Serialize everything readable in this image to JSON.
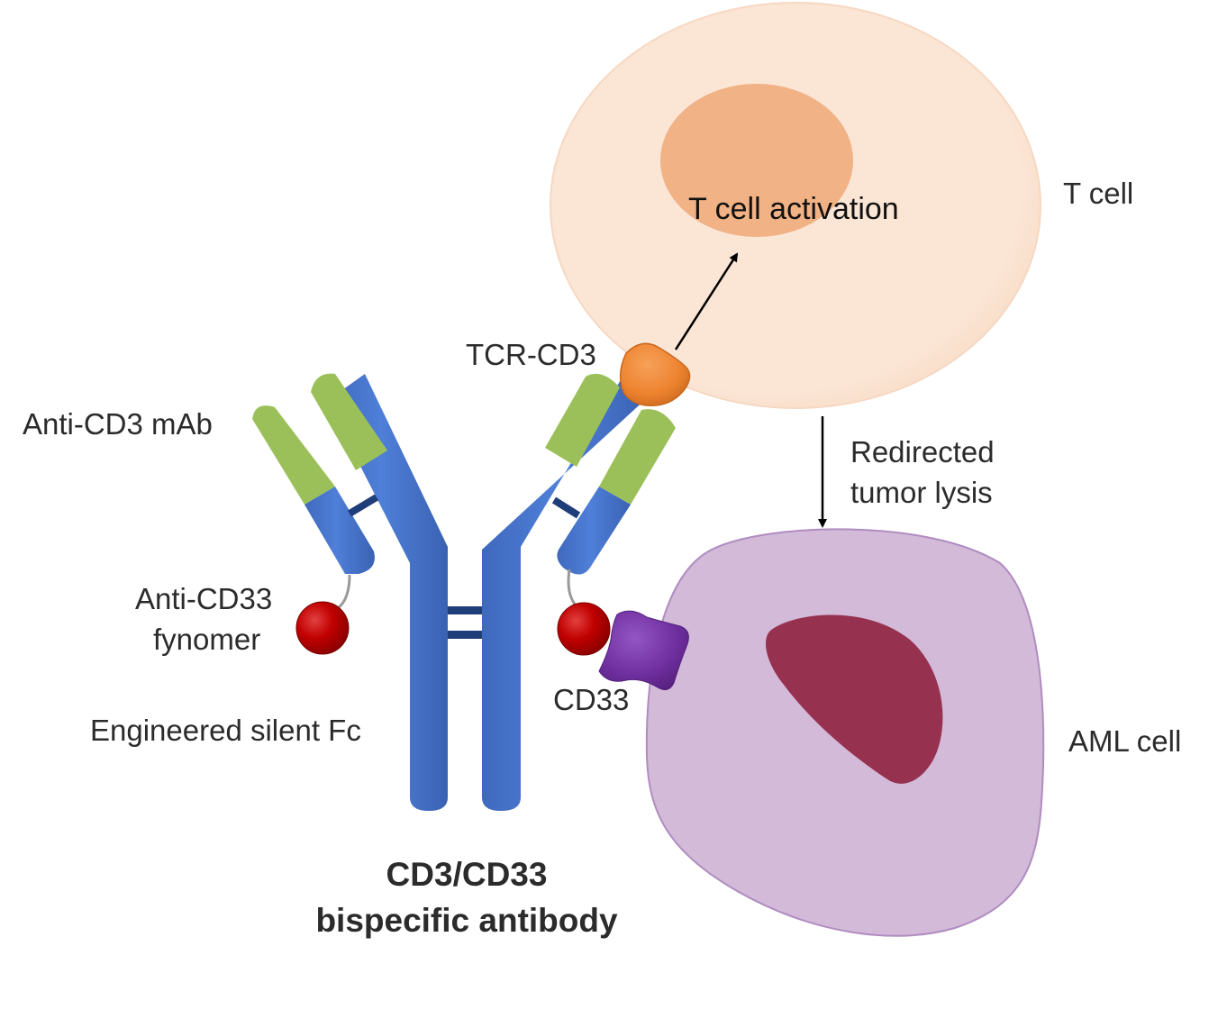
{
  "diagram": {
    "title_line1": "CD3/CD33",
    "title_line2": "bispecific antibody",
    "labels": {
      "anti_cd3_mab": "Anti-CD3 mAb",
      "anti_cd33_line1": "Anti-CD33",
      "anti_cd33_line2": "fynomer",
      "engineered_fc": "Engineered silent Fc",
      "tcr_cd3": "TCR-CD3",
      "cd33": "CD33",
      "t_cell": "T cell",
      "t_cell_activation": "T cell activation",
      "redirected_line1": "Redirected",
      "redirected_line2": "tumor lysis",
      "aml_cell": "AML cell"
    },
    "colors": {
      "heavy_chain_blue": "#4a78d0",
      "variable_green": "#9bc05a",
      "disulfide_navy": "#1f3d78",
      "fynomer_red": "#c00000",
      "tcr_orange": "#ee8430",
      "cd33_purple": "#7030a0",
      "t_cell_fill": "#fbe5d5",
      "t_cell_nucleus": "#f1b285",
      "aml_cell_fill": "#d3bad8",
      "aml_nucleus": "#963250",
      "text": "#2b2b2b"
    }
  }
}
